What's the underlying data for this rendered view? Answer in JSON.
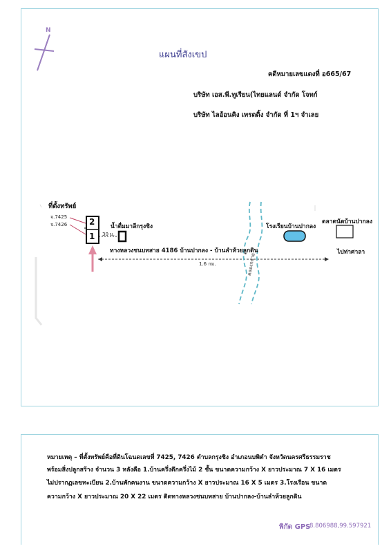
{
  "header": {
    "title": "แผนที่สังเขป",
    "case_no": "คดีหมายเลขแดงที่ อ665/67",
    "plaintiff": "บริษัท เอส.พี.ทูเรียน(ไทยแลนด์ จำกัด    โจทก์",
    "defendant": "บริษัท ไลอ้อนคิง เทรดดิ้ง จำกัด ที่ 1ฯ    จำเลย"
  },
  "map": {
    "north": "N",
    "property_label": "ที่ตั้งทรัพย์",
    "deed_1": "จ.7425",
    "deed_2": "จ.7426",
    "building_1": "1",
    "building_2": "2",
    "shop_label": "น้ำดื่มมาลีกรุงชิง",
    "distance_short": "30 ม.",
    "road_label": "ทางหลวงชนบทสาย 4186  บ้านปากลง - บ้านลำห้วยลูกดิน",
    "distance_long": "1.6 กม.",
    "canal_label": "คลองกลาย",
    "school_label": "โรงเรียนบ้านปากลง",
    "market_label": "ตลาดนัดบ้านปากลง",
    "direction_label": "ไปท่าศาลา"
  },
  "notes": {
    "line1": "หมายเหตุ – ที่ตั้งทรัพย์คือที่ดินโฉนดเลขที่  7425, 7426  ตำบลกรุงชิง  อำเภอนบพิตำ  จังหวัดนครศรีธรรมราช",
    "line2": "พร้อมสิ่งปลูกสร้าง จำนวน 3 หลังคือ 1.บ้านครึ่งตึกครึ่งไม้ 2 ชั้น ขนาดความกว้าง X ยาวประมาณ 7 X 16 เมตร",
    "line3": "ไม่ปรากฏเลขทะเบียน  2.บ้านพักคนงาน ขนาดความกว้าง X ยาวประมาณ 16 X 5 เมตร  3.โรงเรือน  ขนาด",
    "line4": "ความกว้าง X ยาวประมาณ 20 X 22 เมตร    ติดทางหลวงชนบทสาย บ้านปากลง-บ้านลำห้วยลูกดิน"
  },
  "gps": {
    "label": "พิกัด GPS",
    "value": "8.806988,99.597921"
  },
  "colors": {
    "frame": "#9fd4e0",
    "north_arrow": "#9b7fc0",
    "canal": "#5fb8c8",
    "school_fill": "#62c0e8",
    "gps_text": "#8e6bb8"
  }
}
